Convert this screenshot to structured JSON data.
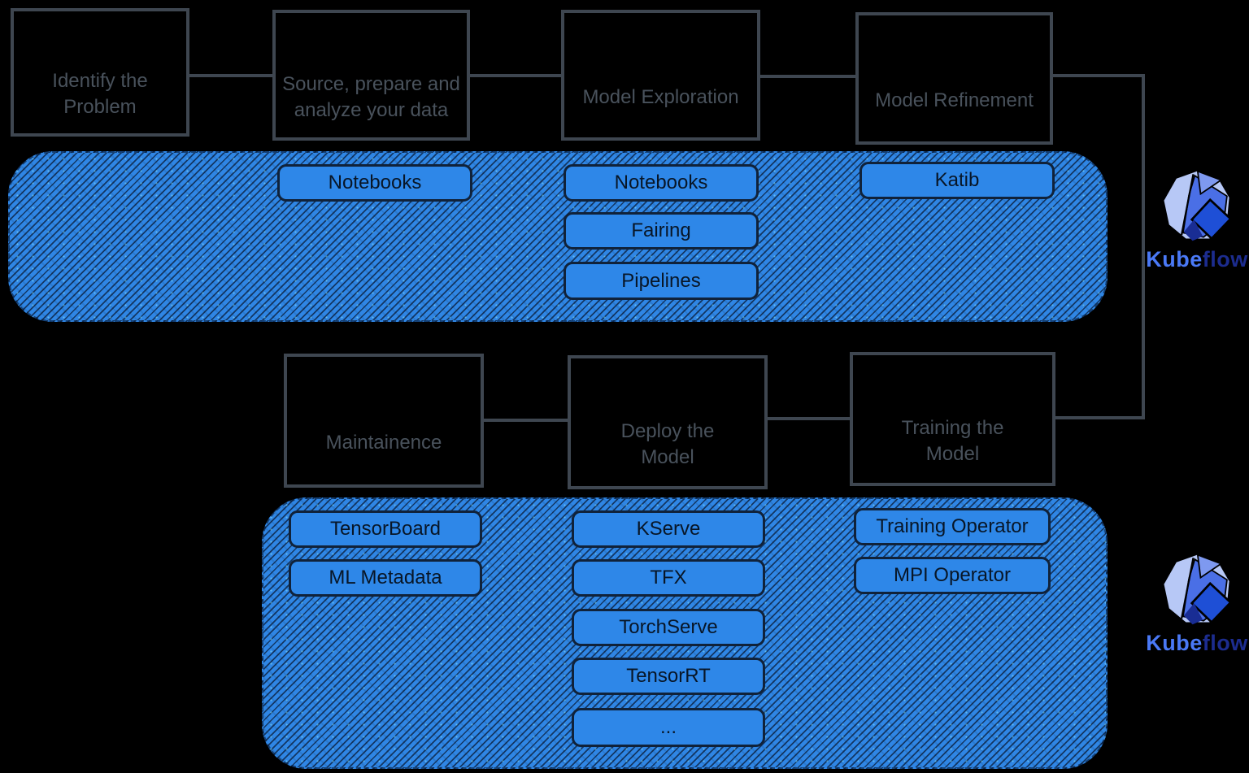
{
  "stages": {
    "identify": "Identify the\nProblem",
    "source": "Source, prepare and\nanalyze your data",
    "exploration": "Model Exploration",
    "refinement": "Model Refinement",
    "maintenance": "Maintainence",
    "deploy": "Deploy the\nModel",
    "training": "Training the\nModel"
  },
  "tools": {
    "r1c1": [
      "Notebooks"
    ],
    "r1c2": [
      "Notebooks",
      "Fairing",
      "Pipelines"
    ],
    "r1c3": [
      "Katib"
    ],
    "r2c1": [
      "TensorBoard",
      "ML Metadata"
    ],
    "r2c2": [
      "KServe",
      "TFX",
      "TorchServe",
      "TensorRT",
      "..."
    ],
    "r2c3": [
      "Training Operator",
      "MPI Operator"
    ]
  },
  "logo": {
    "kube": "Kube",
    "flow": "flow"
  },
  "colors": {
    "band_blue": "#2f86e5",
    "tool_blue": "#2e87e8",
    "box_border": "#3e4650",
    "box_text": "#49525c",
    "brand_kube": "#4a79f6",
    "brand_flow": "#1c2c8e"
  }
}
